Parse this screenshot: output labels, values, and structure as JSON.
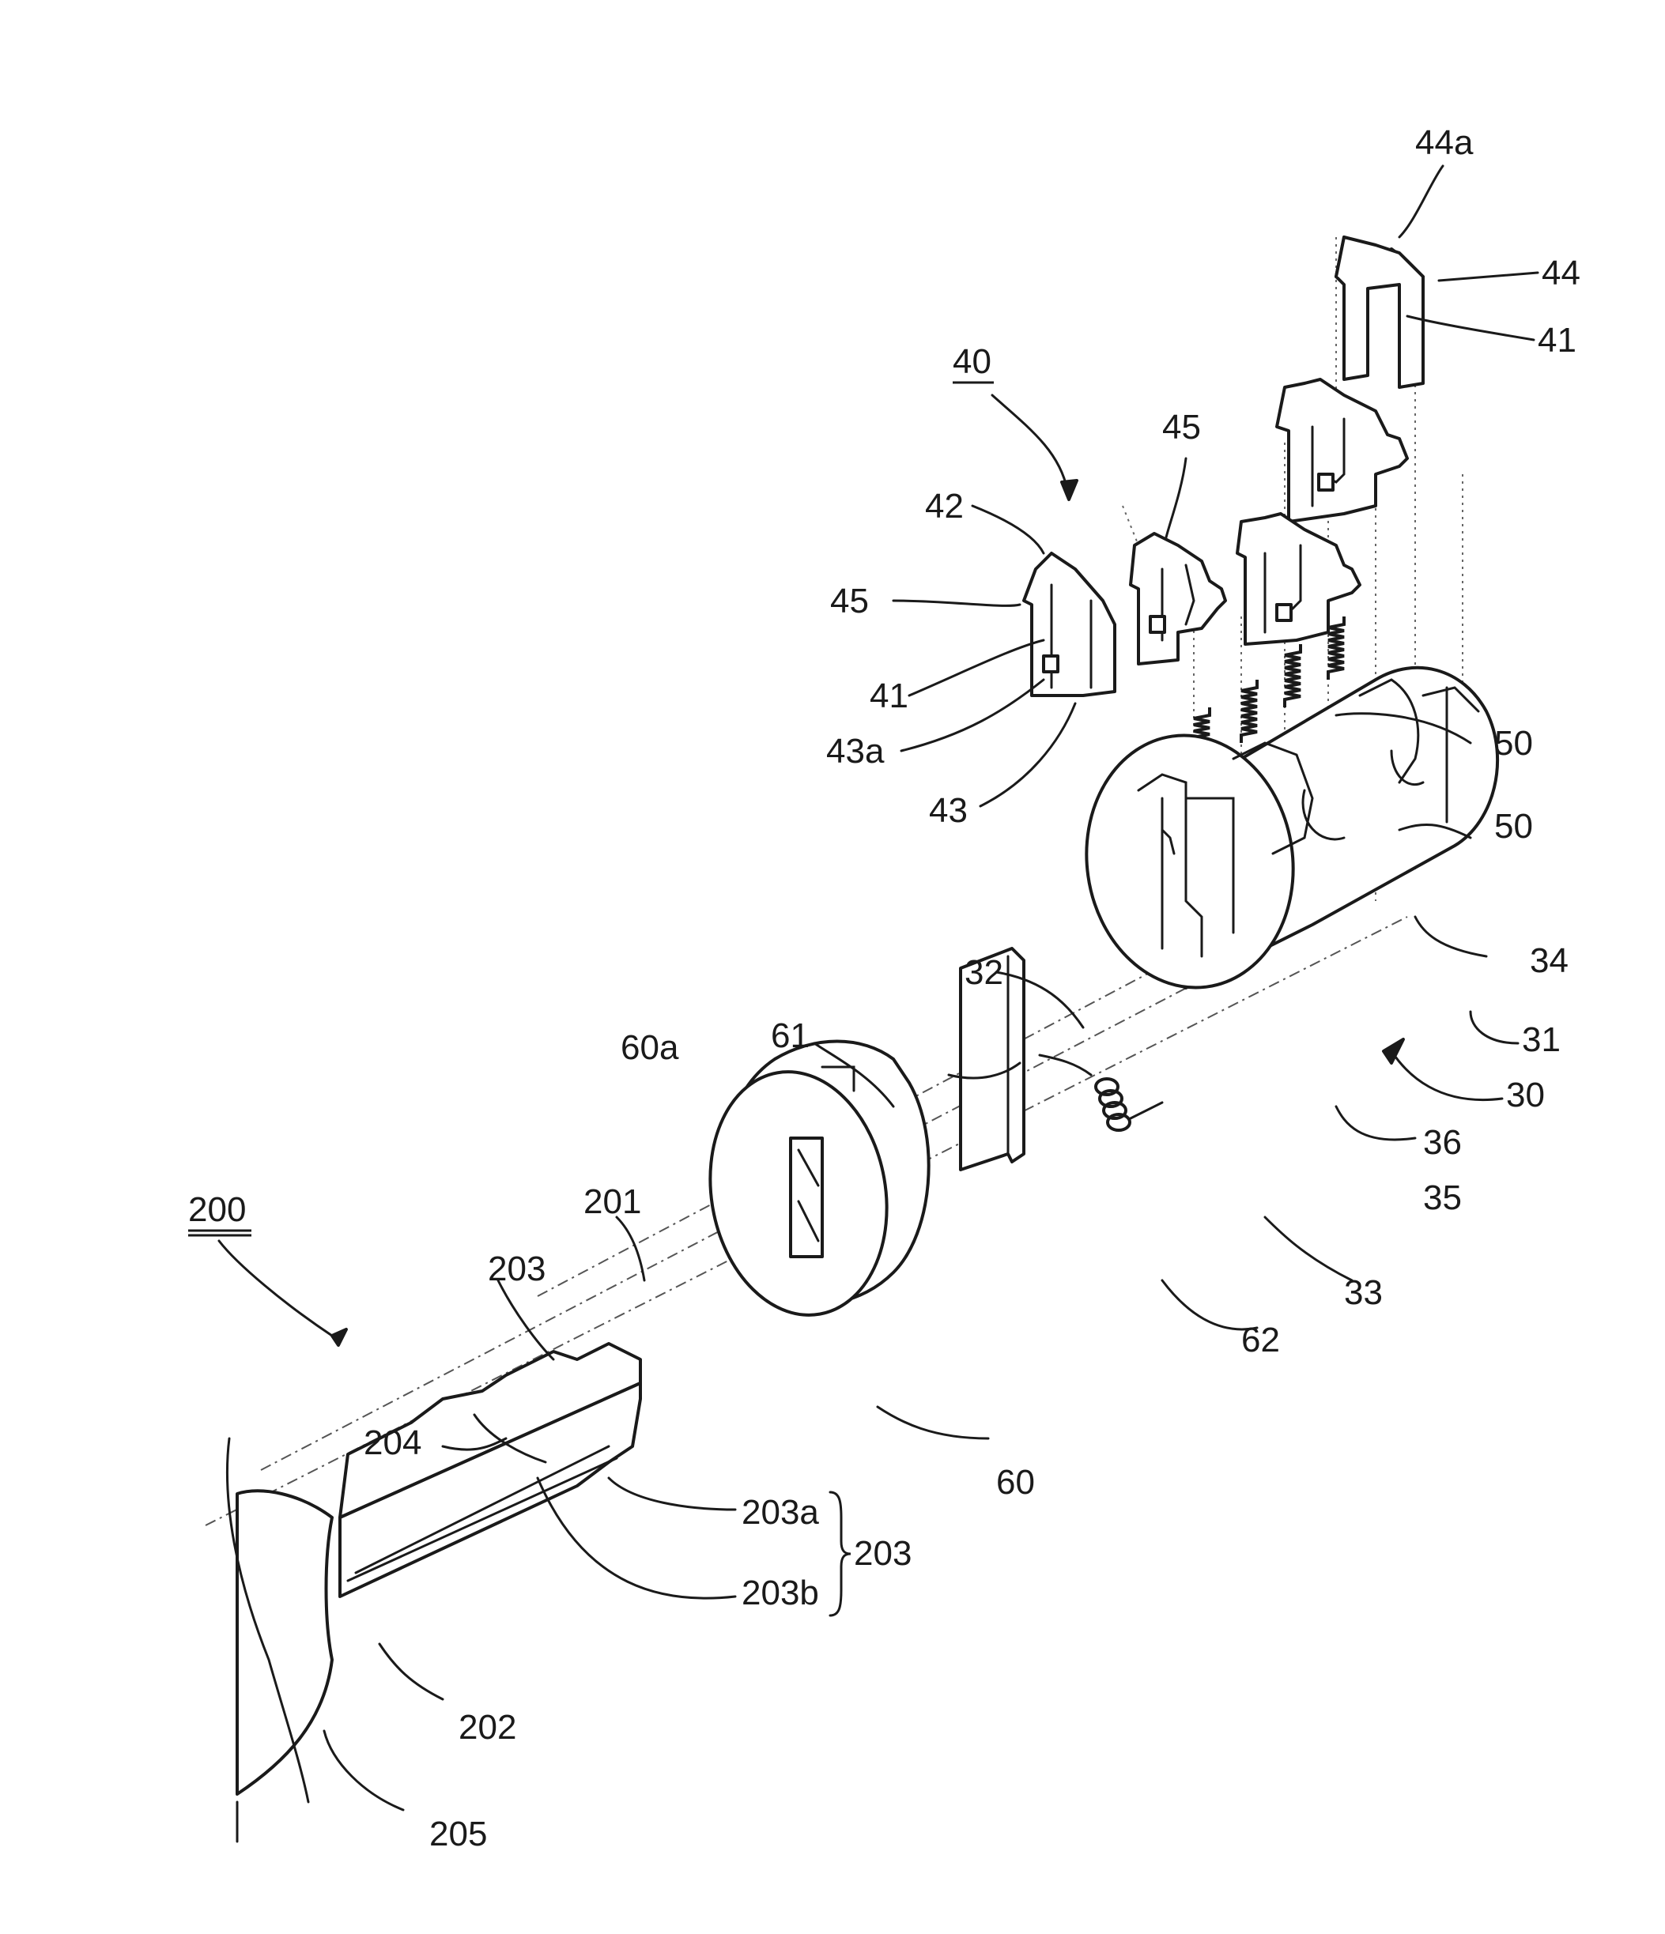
{
  "labels": {
    "l44a": "44a",
    "l44": "44",
    "l41_top": "41",
    "l40": "40",
    "l45_mid": "45",
    "l42": "42",
    "l45_left": "45",
    "l41_left": "41",
    "l43a": "43a",
    "l43": "43",
    "l50_a": "50",
    "l50_b": "50",
    "l34": "34",
    "l32": "32",
    "l31": "31",
    "l30": "30",
    "l36": "36",
    "l35": "35",
    "l33": "33",
    "l61": "61",
    "l60a": "60a",
    "l62": "62",
    "l60": "60",
    "l200": "200",
    "l201": "201",
    "l203_top": "203",
    "l204": "204",
    "l203a": "203a",
    "l203b": "203b",
    "l203_group": "203",
    "l202": "202",
    "l205": "205"
  }
}
